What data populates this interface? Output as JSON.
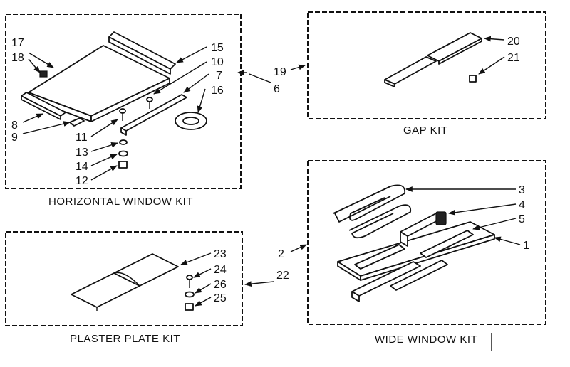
{
  "kits": {
    "horizontal": {
      "caption": "HORIZONTAL WINDOW KIT",
      "labels": {
        "p17": "17",
        "p18": "18",
        "p15": "15",
        "p10": "10",
        "p7": "7",
        "p16": "16",
        "p8": "8",
        "p9": "9",
        "p11": "11",
        "p13": "13",
        "p14": "14",
        "p12": "12"
      }
    },
    "gap": {
      "caption": "GAP KIT",
      "labels": {
        "p20": "20",
        "p21": "21"
      }
    },
    "plaster": {
      "caption": "PLASTER PLATE KIT",
      "labels": {
        "p23": "23",
        "p24": "24",
        "p26": "26",
        "p25": "25"
      }
    },
    "wide": {
      "caption": "WIDE WINDOW KIT",
      "labels": {
        "p3": "3",
        "p4": "4",
        "p5": "5",
        "p1": "1"
      }
    }
  },
  "callouts": {
    "c19": "19",
    "c6": "6",
    "c2": "2",
    "c22": "22"
  }
}
